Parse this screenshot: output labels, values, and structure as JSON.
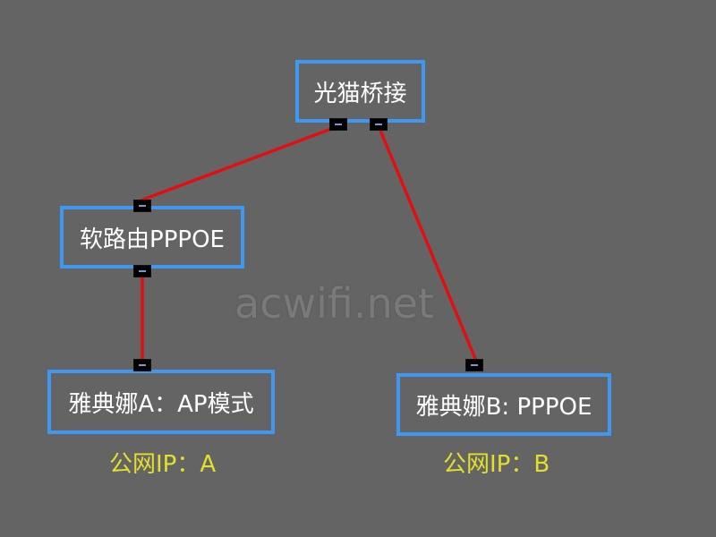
{
  "nodes": {
    "modem": "光猫桥接",
    "soft_router": "软路由PPPOE",
    "athena_a": "雅典娜A：AP模式",
    "athena_b": "雅典娜B: PPPOE"
  },
  "captions": {
    "ip_a": "公网IP：A",
    "ip_b": "公网IP：B"
  },
  "watermark": "acwifi.net",
  "colors": {
    "background": "#646464",
    "node_border": "#3e97f0",
    "link": "#e01010",
    "caption": "#e3e02a"
  }
}
